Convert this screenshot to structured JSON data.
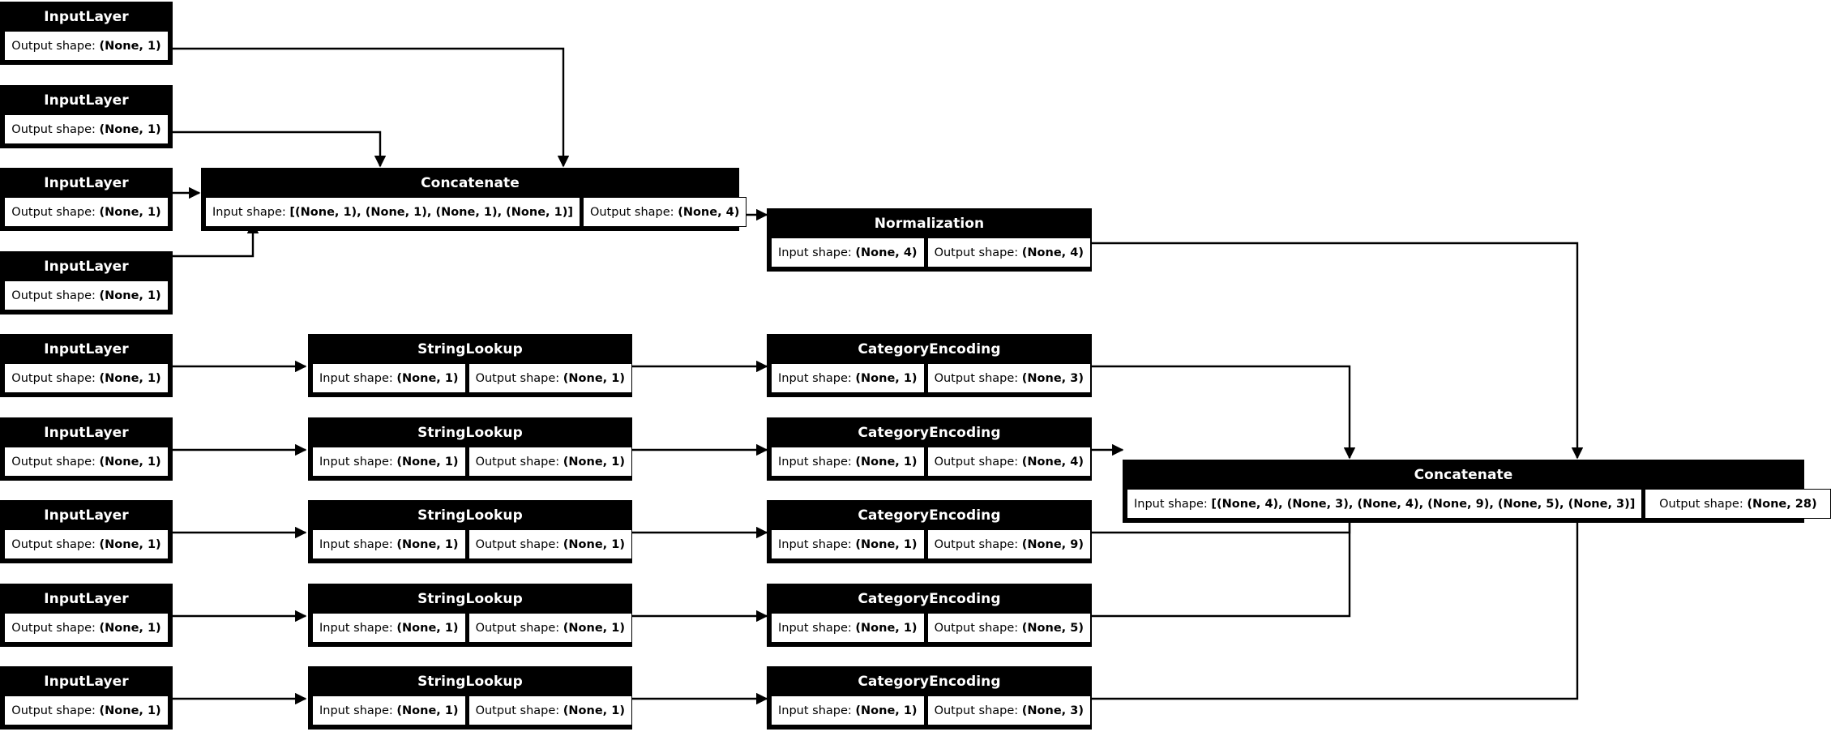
{
  "diagram": {
    "type": "keras-model-plot",
    "title": "",
    "colors": {
      "node_header_bg": "#000000",
      "node_header_text": "#ffffff",
      "cell_bg": "#ffffff",
      "cell_text": "#000000",
      "edge": "#000000",
      "canvas": "#ffffff"
    },
    "labels": {
      "input_shape_prefix": "Input shape:",
      "output_shape_prefix": "Output shape:"
    }
  },
  "nodes": {
    "input_1": {
      "type": "InputLayer",
      "output_shape": "(None, 1)"
    },
    "input_2": {
      "type": "InputLayer",
      "output_shape": "(None, 1)"
    },
    "input_3": {
      "type": "InputLayer",
      "output_shape": "(None, 1)"
    },
    "input_4": {
      "type": "InputLayer",
      "output_shape": "(None, 1)"
    },
    "input_5": {
      "type": "InputLayer",
      "output_shape": "(None, 1)"
    },
    "input_6": {
      "type": "InputLayer",
      "output_shape": "(None, 1)"
    },
    "input_7": {
      "type": "InputLayer",
      "output_shape": "(None, 1)"
    },
    "input_8": {
      "type": "InputLayer",
      "output_shape": "(None, 1)"
    },
    "input_9": {
      "type": "InputLayer",
      "output_shape": "(None, 1)"
    },
    "concat_numeric": {
      "type": "Concatenate",
      "input_shape": "[(None, 1), (None, 1), (None, 1), (None, 1)]",
      "output_shape": "(None, 4)"
    },
    "normalization": {
      "type": "Normalization",
      "input_shape": "(None, 4)",
      "output_shape": "(None, 4)"
    },
    "stringlookup_1": {
      "type": "StringLookup",
      "input_shape": "(None, 1)",
      "output_shape": "(None, 1)"
    },
    "stringlookup_2": {
      "type": "StringLookup",
      "input_shape": "(None, 1)",
      "output_shape": "(None, 1)"
    },
    "stringlookup_3": {
      "type": "StringLookup",
      "input_shape": "(None, 1)",
      "output_shape": "(None, 1)"
    },
    "stringlookup_4": {
      "type": "StringLookup",
      "input_shape": "(None, 1)",
      "output_shape": "(None, 1)"
    },
    "stringlookup_5": {
      "type": "StringLookup",
      "input_shape": "(None, 1)",
      "output_shape": "(None, 1)"
    },
    "categoryencoding_1": {
      "type": "CategoryEncoding",
      "input_shape": "(None, 1)",
      "output_shape": "(None, 3)"
    },
    "categoryencoding_2": {
      "type": "CategoryEncoding",
      "input_shape": "(None, 1)",
      "output_shape": "(None, 4)"
    },
    "categoryencoding_3": {
      "type": "CategoryEncoding",
      "input_shape": "(None, 1)",
      "output_shape": "(None, 9)"
    },
    "categoryencoding_4": {
      "type": "CategoryEncoding",
      "input_shape": "(None, 1)",
      "output_shape": "(None, 5)"
    },
    "categoryencoding_5": {
      "type": "CategoryEncoding",
      "input_shape": "(None, 1)",
      "output_shape": "(None, 3)"
    },
    "concat_final": {
      "type": "Concatenate",
      "input_shape": "[(None, 4), (None, 3), (None, 4), (None, 9), (None, 5), (None, 3)]",
      "output_shape": "(None, 28)"
    }
  },
  "edges": [
    {
      "from": "input_1",
      "to": "concat_numeric"
    },
    {
      "from": "input_2",
      "to": "concat_numeric"
    },
    {
      "from": "input_3",
      "to": "concat_numeric"
    },
    {
      "from": "input_4",
      "to": "concat_numeric"
    },
    {
      "from": "concat_numeric",
      "to": "normalization"
    },
    {
      "from": "normalization",
      "to": "concat_final"
    },
    {
      "from": "input_5",
      "to": "stringlookup_1"
    },
    {
      "from": "input_6",
      "to": "stringlookup_2"
    },
    {
      "from": "input_7",
      "to": "stringlookup_3"
    },
    {
      "from": "input_8",
      "to": "stringlookup_4"
    },
    {
      "from": "input_9",
      "to": "stringlookup_5"
    },
    {
      "from": "stringlookup_1",
      "to": "categoryencoding_1"
    },
    {
      "from": "stringlookup_2",
      "to": "categoryencoding_2"
    },
    {
      "from": "stringlookup_3",
      "to": "categoryencoding_3"
    },
    {
      "from": "stringlookup_4",
      "to": "categoryencoding_4"
    },
    {
      "from": "stringlookup_5",
      "to": "categoryencoding_5"
    },
    {
      "from": "categoryencoding_1",
      "to": "concat_final"
    },
    {
      "from": "categoryencoding_2",
      "to": "concat_final"
    },
    {
      "from": "categoryencoding_3",
      "to": "concat_final"
    },
    {
      "from": "categoryencoding_4",
      "to": "concat_final"
    },
    {
      "from": "categoryencoding_5",
      "to": "concat_final"
    }
  ]
}
